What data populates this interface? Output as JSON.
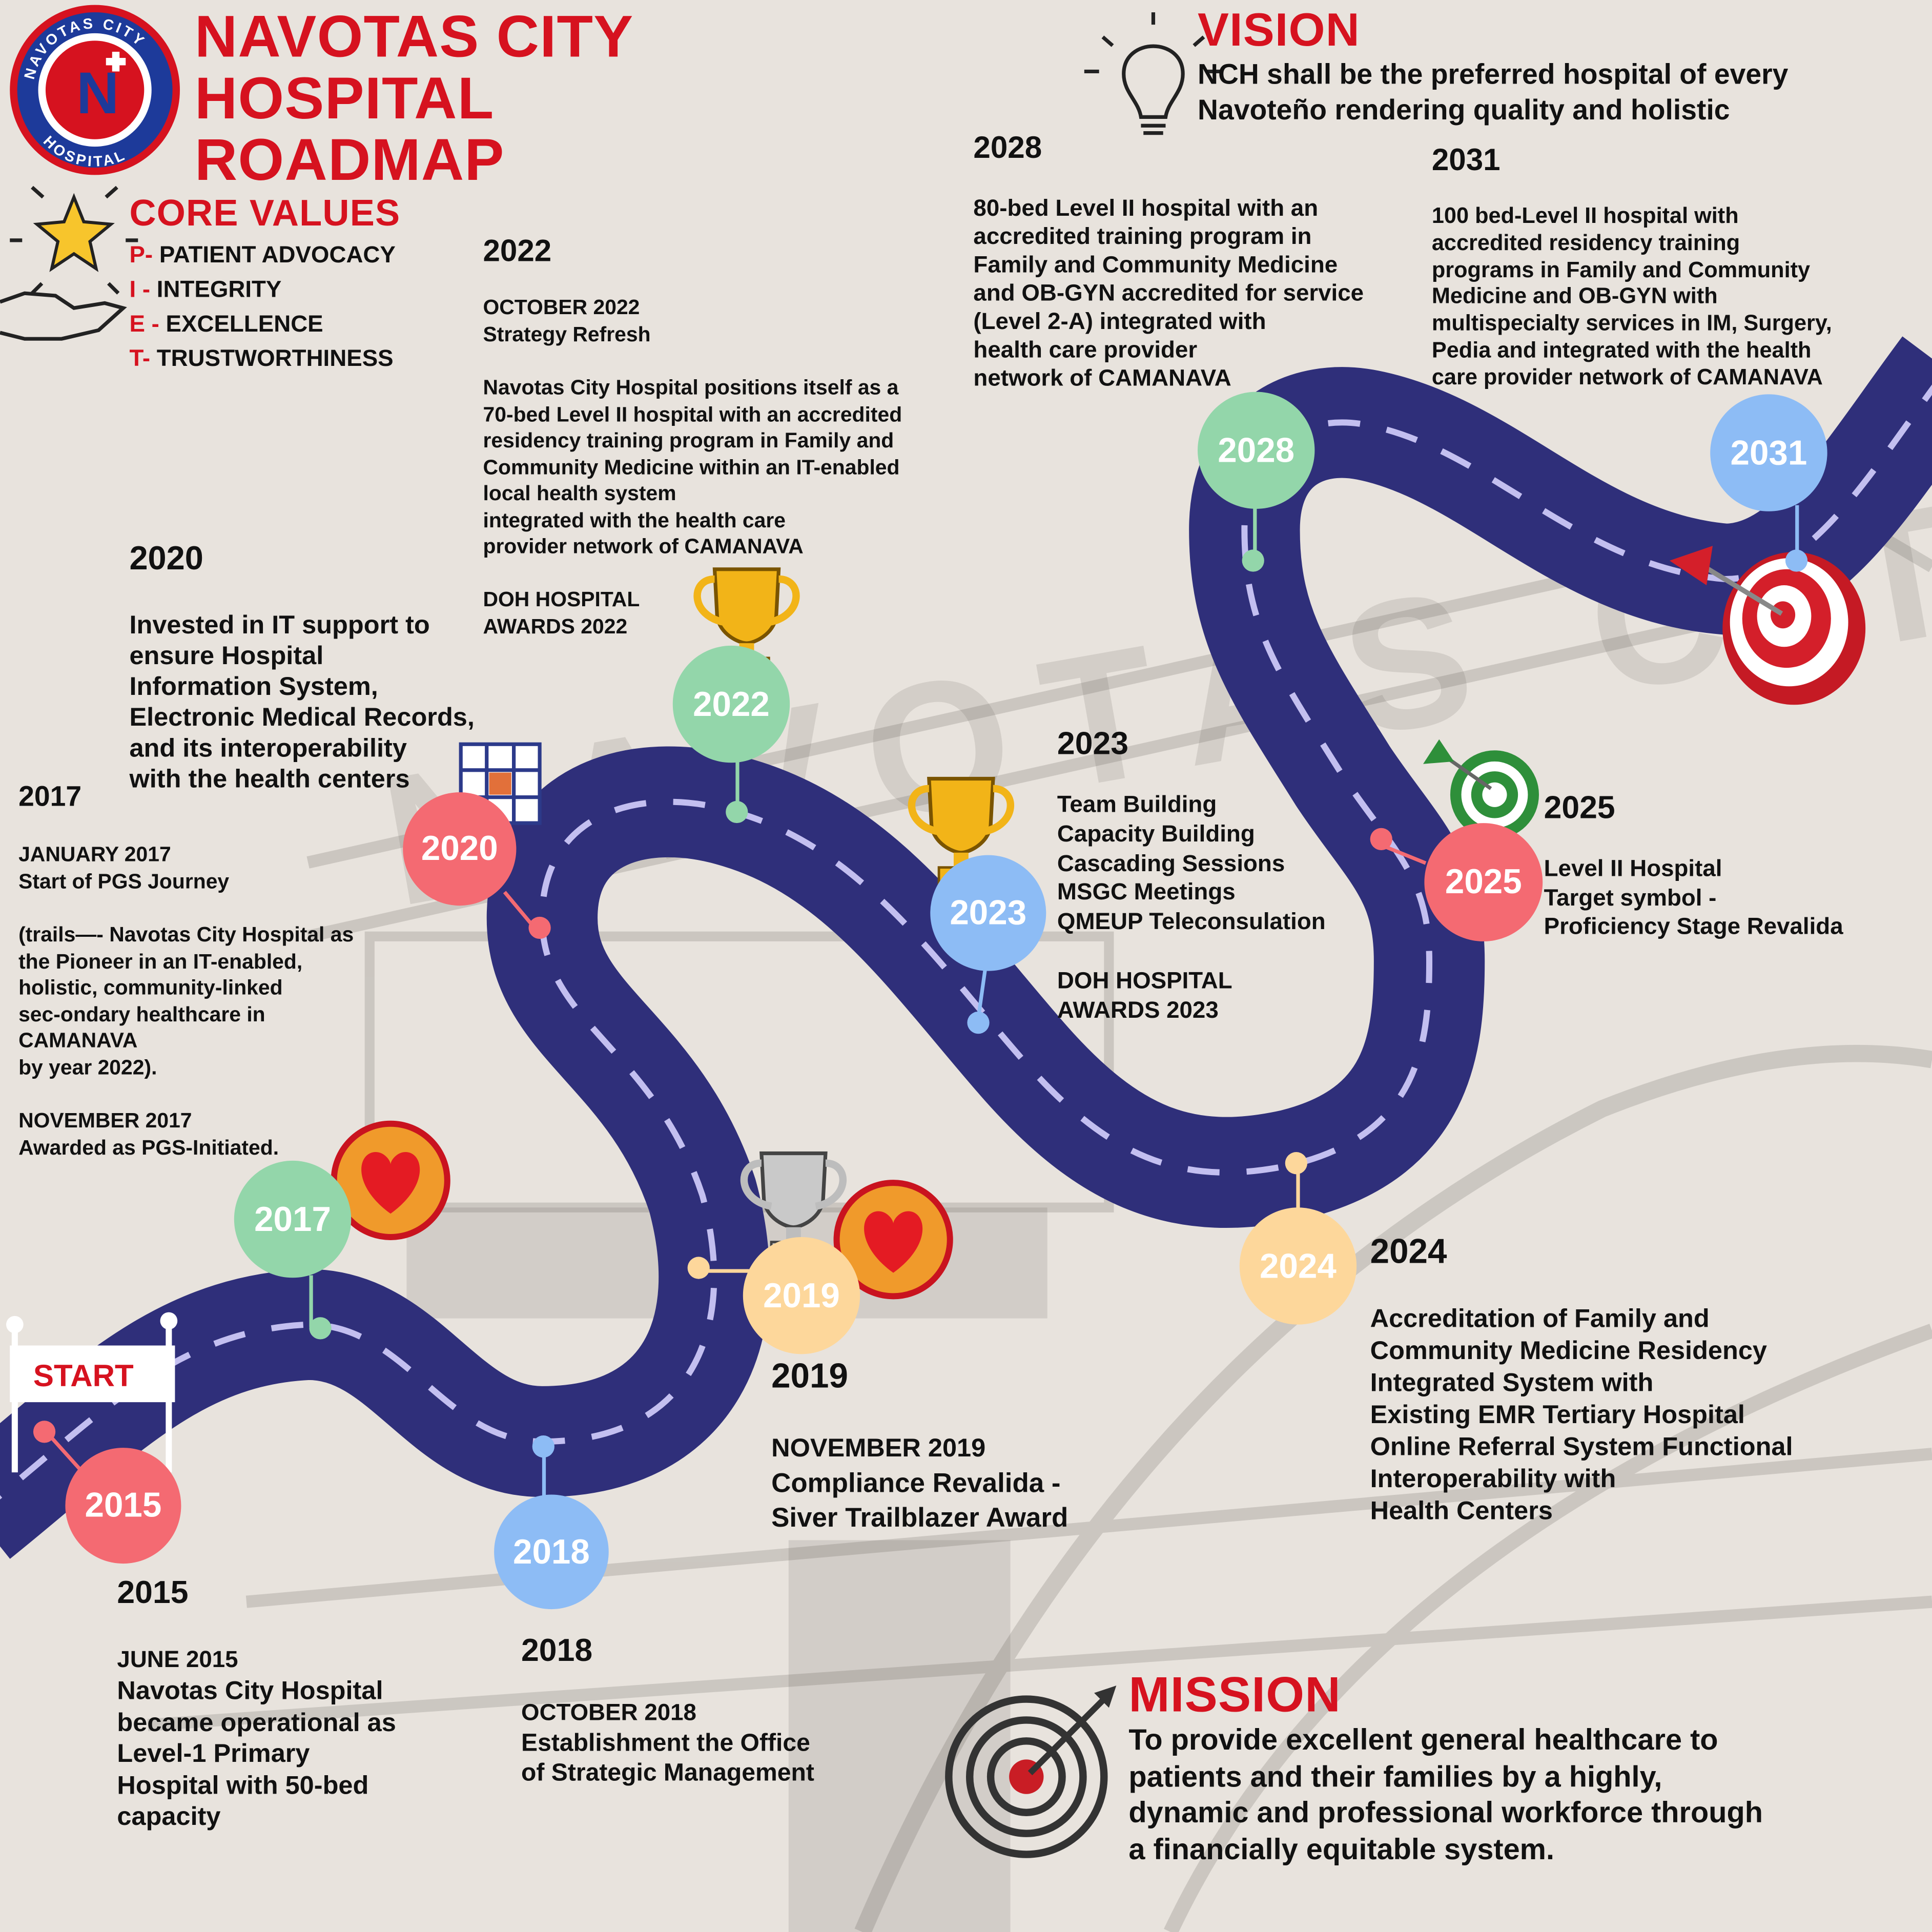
{
  "header": {
    "logo_ring_top": "NAVOTAS CITY",
    "logo_ring_bottom": "HOSPITAL",
    "logo_letter": "N",
    "title_line1": "NAVOTAS CITY",
    "title_line2": "HOSPITAL",
    "title_line3": "ROADMAP"
  },
  "core_values": {
    "title": "CORE VALUES",
    "items": [
      {
        "letter": "P-",
        "text": " PATIENT ADVOCACY"
      },
      {
        "letter": "I  -",
        "text": " INTEGRITY"
      },
      {
        "letter": "E -",
        "text": " EXCELLENCE"
      },
      {
        "letter": "T-",
        "text": " TRUSTWORTHINESS"
      }
    ]
  },
  "vision": {
    "title": "VISION",
    "line1": "NCH shall be the preferred hospital of every",
    "line2": "Navoteño rendering quality and holistic"
  },
  "mission": {
    "title": "MISSION",
    "text": "To provide excellent general healthcare to\npatients and their families by a highly,\ndynamic and professional workforce through\na financially equitable system."
  },
  "start_sign": "START",
  "background_wall_text": "NAVOTAS CITY HOSPITAL",
  "milestones": {
    "m2015": {
      "circle": "2015",
      "year": "2015",
      "date": "JUNE 2015",
      "text": "Navotas City Hospital\nbecame operational as\nLevel-1 Primary\nHospital with 50-bed\ncapacity"
    },
    "m2017": {
      "circle": "2017",
      "year": "2017",
      "date1": "JANUARY 2017",
      "text1": "Start of PGS Journey\n\n(trails—- Navotas City Hospital as\nthe Pioneer in an IT-enabled,\nholistic, community-linked\nsec-ondary healthcare in\nCAMANAVA\nby year 2022).",
      "date2": "NOVEMBER 2017",
      "text2": "Awarded as PGS-Initiated."
    },
    "m2018": {
      "circle": "2018",
      "year": "2018",
      "date": "OCTOBER 2018",
      "text": "Establishment the Office\nof Strategic Management"
    },
    "m2019": {
      "circle": "2019",
      "year": "2019",
      "date": "NOVEMBER 2019",
      "text": "Compliance Revalida -\nSiver Trailblazer Award"
    },
    "m2020": {
      "circle": "2020",
      "year": "2020",
      "text": "Invested in IT support to\nensure Hospital\nInformation System,\nElectronic Medical Records,\nand its interoperability\nwith the health centers"
    },
    "m2022": {
      "circle": "2022",
      "year": "2022",
      "date": "OCTOBER 2022",
      "text": "Strategy Refresh\n\nNavotas City Hospital positions itself as a\n70-bed Level II hospital with an accredited\nresidency training program in Family and\nCommunity Medicine within an IT-enabled\nlocal health system\nintegrated with the health care\nprovider network of CAMANAVA\n\nDOH HOSPITAL\nAWARDS 2022"
    },
    "m2023": {
      "circle": "2023",
      "year": "2023",
      "text": "Team Building\nCapacity Building\nCascading Sessions\nMSGC Meetings\nQMEUP Teleconsulation\n\nDOH HOSPITAL\nAWARDS 2023"
    },
    "m2024": {
      "circle": "2024",
      "year": "2024",
      "text": "Accreditation of Family and\nCommunity Medicine Residency\nIntegrated System with\nExisting EMR Tertiary Hospital\nOnline Referral System Functional\nInteroperability with\nHealth Centers"
    },
    "m2025": {
      "circle": "2025",
      "year": "2025",
      "text": "Level II Hospital\nTarget symbol -\nProficiency Stage Revalida"
    },
    "m2028": {
      "circle": "2028",
      "year": "2028",
      "text": "80-bed Level II hospital with an\naccredited training program in\nFamily and Community Medicine\nand OB-GYN accredited for service\n(Level 2-A) integrated with\nhealth care provider\nnetwork of CAMANAVA"
    },
    "m2031": {
      "circle": "2031",
      "year": "2031",
      "text": "100 bed-Level II hospital with\naccredited residency training\nprograms in Family and Community\nMedicine and OB-GYN with\nmultispecialty services in IM, Surgery,\nPedia and integrated with the health\ncare provider network of CAMANAVA"
    }
  },
  "colors": {
    "road": "#2f2f7a",
    "road_dash": "#c3bff0",
    "red_accent": "#d6121f",
    "pink": "#f46a72",
    "green": "#93d6aa",
    "blue": "#8dbcf5",
    "peach": "#fdd79b"
  }
}
